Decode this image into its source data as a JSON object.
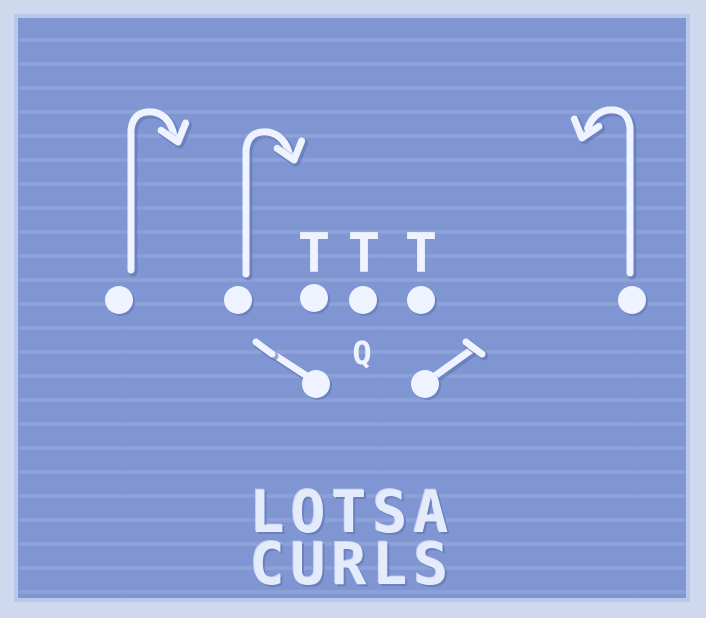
{
  "play": {
    "name_line1": "LOTSA",
    "name_line2": "CURLS",
    "line_labels": [
      "T",
      "T",
      "T"
    ],
    "qb_label": "Q"
  },
  "colors": {
    "field": "#7f96d2",
    "ink": "#eef3ff",
    "shadow": "#5f74b4"
  }
}
